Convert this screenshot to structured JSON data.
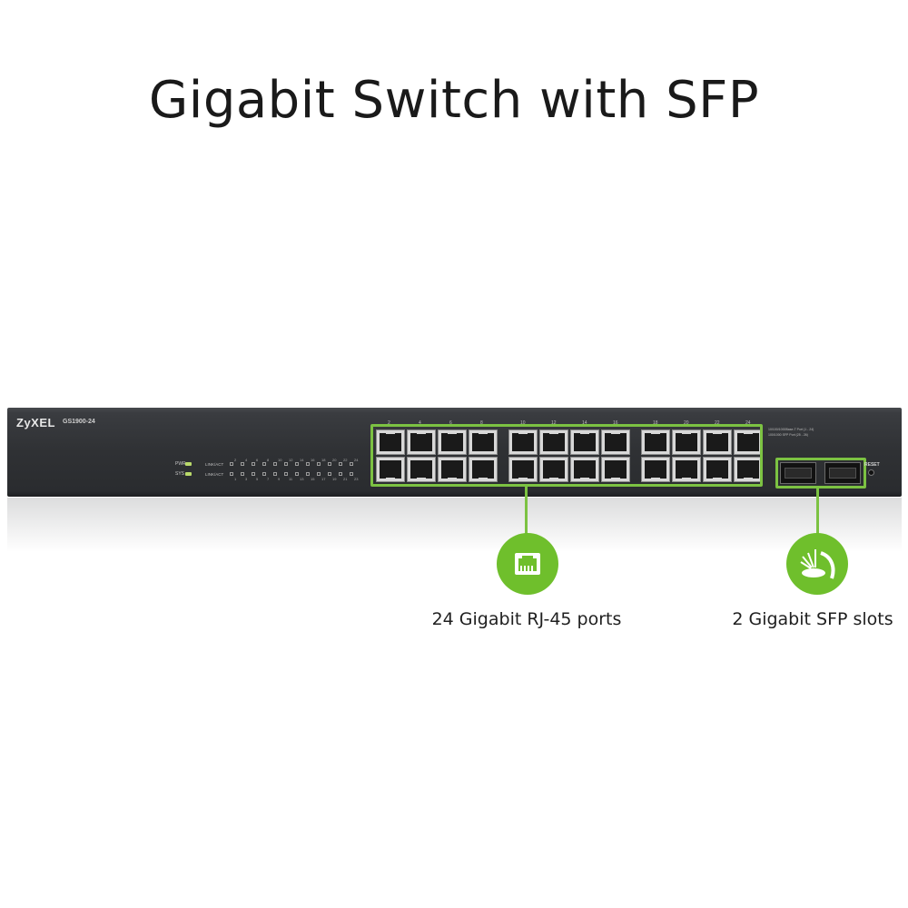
{
  "title": "Gigabit Switch with SFP",
  "device": {
    "brand": "ZyXEL",
    "model": "GS1900-24",
    "led_pwr": "PWR",
    "led_sys": "SYS",
    "link_act": "LINK/ACT",
    "sfp_info_line1": "10/100/1000Base-T Port (1 - 24)",
    "sfp_info_line2": "100/1000 SFP Port (25 - 26)",
    "reset": "RESET",
    "top_port_numbers": [
      "2",
      "4",
      "6",
      "8",
      "10",
      "12",
      "14",
      "16",
      "18",
      "20",
      "22",
      "24"
    ],
    "bottom_port_numbers": [
      "1",
      "3",
      "5",
      "7",
      "9",
      "11",
      "13",
      "15",
      "17",
      "19",
      "21",
      "23"
    ]
  },
  "callouts": {
    "rj45": {
      "label": "24 Gigabit RJ-45 ports",
      "icon": "ethernet-port-icon"
    },
    "sfp": {
      "label": "2 Gigabit SFP slots",
      "icon": "fiber-sfp-icon"
    }
  },
  "colors": {
    "accent_green": "#7cc242",
    "chassis": "#2f3134"
  }
}
